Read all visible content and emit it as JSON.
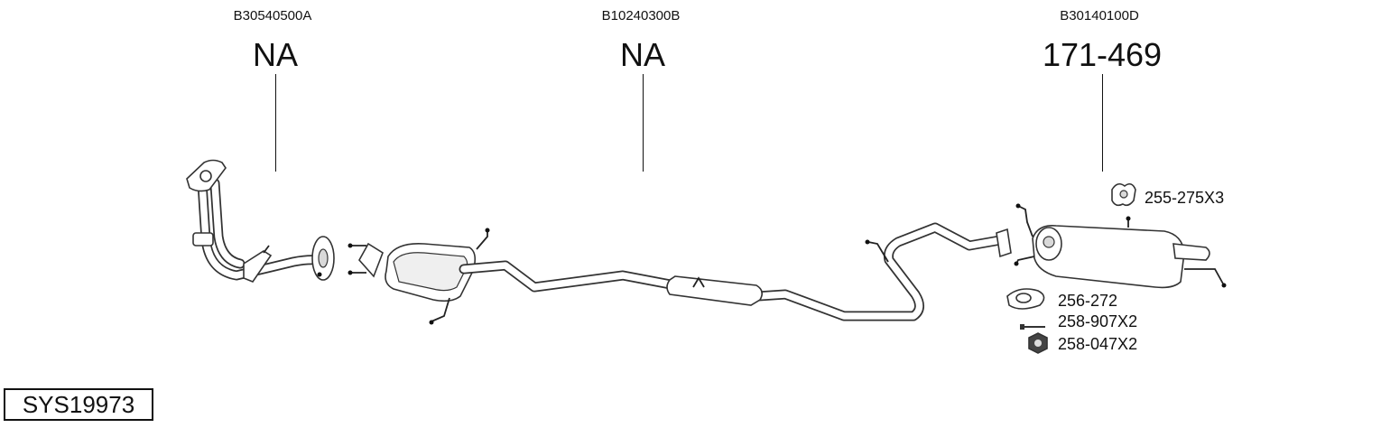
{
  "diagram": {
    "system_code": "SYS19973",
    "sections": [
      {
        "code": "B30540500A",
        "reference": "NA"
      },
      {
        "code": "B10240300B",
        "reference": "NA"
      },
      {
        "code": "B30140100D",
        "reference": "171-469"
      }
    ],
    "parts": [
      {
        "label": "255-275X3",
        "icon": "rubber-hanger-icon"
      },
      {
        "label": "256-272",
        "icon": "gasket-icon"
      },
      {
        "label": "258-907X2",
        "icon": "bolt-icon"
      },
      {
        "label": "258-047X2",
        "icon": "nut-icon"
      }
    ]
  }
}
